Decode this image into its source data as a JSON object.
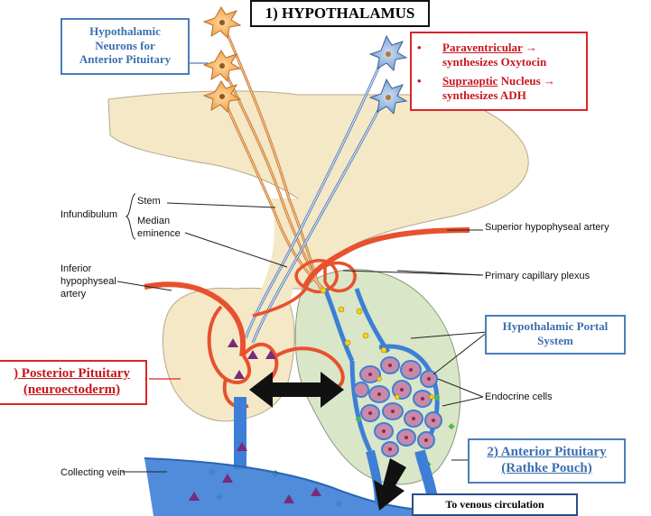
{
  "title": "1) HYPOTHALAMUS",
  "neurons_box": [
    "Hypothalamic",
    "Neurons for",
    "Anterior Pituitary"
  ],
  "nuclei": [
    {
      "name": "Paraventricular",
      "rest": " →",
      "line2": "synthesizes Oxytocin"
    },
    {
      "name": "Supraoptic",
      "rest": " Nucleus →",
      "line2": "synthesizes ADH"
    }
  ],
  "labels": {
    "infundibulum": "Infundibulum",
    "stem": "Stem",
    "median_1": "Median",
    "median_2": "eminence",
    "inferior_1": "Inferior",
    "inferior_2": "hypophyseal",
    "inferior_3": "artery",
    "superior": "Superior hypophyseal artery",
    "primary": "Primary capillary plexus",
    "endocrine": "Endocrine cells",
    "collecting": "Collecting vein"
  },
  "portal_box": [
    "Hypothalamic Portal",
    "System"
  ],
  "posterior_box": [
    ") Posterior Pituitary",
    "(neuroectoderm)"
  ],
  "anterior_box": [
    "2) Anterior Pituitary",
    "(Rathke Pouch)"
  ],
  "venous_box": "To venous circulation",
  "colors": {
    "blue_box": "#4a7ebb",
    "red_box": "#d9262b",
    "artery": "#e8512e",
    "vein": "#3d7fd6",
    "tissue": "#f4e8c6",
    "anterior_lobe": "#d9e6c8",
    "cell": "#c98aa8"
  }
}
